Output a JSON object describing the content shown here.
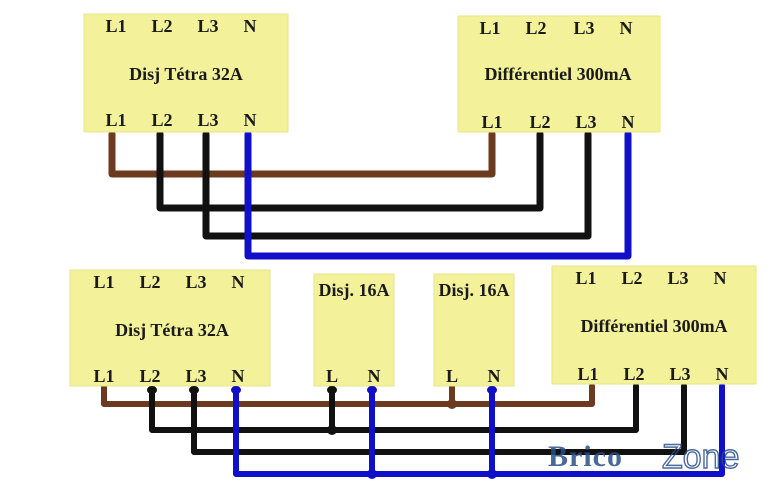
{
  "top": {
    "breaker": {
      "title": "Disj Tétra 32A",
      "top_terminals": [
        "L1",
        "L2",
        "L3",
        "N"
      ],
      "bottom_terminals": [
        "L1",
        "L2",
        "L3",
        "N"
      ]
    },
    "differential": {
      "title": "Différentiel 300mA",
      "top_terminals": [
        "L1",
        "L2",
        "L3",
        "N"
      ],
      "bottom_terminals": [
        "L1",
        "L2",
        "L3",
        "N"
      ]
    }
  },
  "bottom": {
    "breaker": {
      "title": "Disj Tétra 32A",
      "top_terminals": [
        "L1",
        "L2",
        "L3",
        "N"
      ],
      "bottom_terminals": [
        "L1",
        "L2",
        "L3",
        "N"
      ]
    },
    "disj1": {
      "title": "Disj. 16A",
      "terminals": [
        "L",
        "N"
      ]
    },
    "disj2": {
      "title": "Disj. 16A",
      "terminals": [
        "L",
        "N"
      ]
    },
    "differential": {
      "title": "Différentiel 300mA",
      "top_terminals": [
        "L1",
        "L2",
        "L3",
        "N"
      ],
      "bottom_terminals": [
        "L1",
        "L2",
        "L3",
        "N"
      ]
    }
  },
  "watermark": {
    "part1": "Brico",
    "part2": "Zone"
  },
  "colors": {
    "phase1": "#6b3a1f",
    "phase2_3": "#111111",
    "neutral": "#1010c8",
    "module": "#f3f19a"
  }
}
